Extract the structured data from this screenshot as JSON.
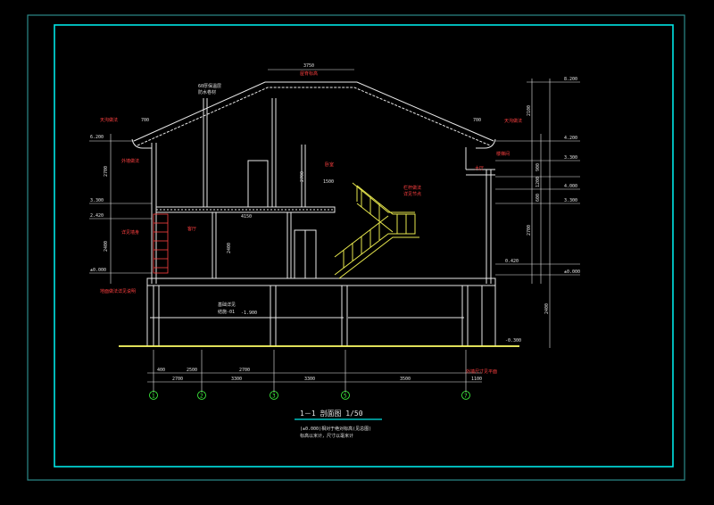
{
  "colors": {
    "background": "#000000",
    "outer_frame": "#2b8a8a",
    "inner_frame": "#00e6e6",
    "structure": "#e8e8e8",
    "stairs": "#e6e64d",
    "ground": "#ffff66",
    "annotation_red": "#ff3333",
    "axis_green": "#33ff33"
  },
  "drawing": {
    "title": "1－1 剖面图 1/50",
    "subtitle_1": "(±0.000)相对于绝对标高(见总图)",
    "subtitle_2": "标高以米计，尺寸以毫米计",
    "ridge_dims": [
      "3750",
      "屋脊标高"
    ],
    "roof_note": [
      "60厚保温层",
      "防水卷材"
    ],
    "left_gutter_note": "天沟做法",
    "right_gutter_note": "天沟做法",
    "eave_dim_left": "700",
    "eave_dim_right": "700",
    "left_levels": [
      "6.200",
      "3.300",
      "2.420",
      "±0.000"
    ],
    "right_levels": [
      "8.200",
      "4.200",
      "3.300",
      "4.000",
      "3.300",
      "0.420",
      "±0.000"
    ],
    "right_dims": [
      "2100",
      "900",
      "1200",
      "600",
      "2700",
      "2400"
    ],
    "left_dims": [
      "2700",
      "2400"
    ],
    "room_labels": [
      "卧室",
      "客厅",
      "楼梯间",
      "大厅"
    ],
    "mid_dims": [
      "2700",
      "4150",
      "1500",
      "2400"
    ],
    "stair_note": [
      "栏杆做法",
      "详见节点"
    ],
    "left_wall_notes": [
      "外墙做法",
      "详见墙身",
      "地面做法详见说明"
    ],
    "foundation_note": [
      "基础详见",
      "结施-01"
    ],
    "foundation_level": "-1.900",
    "ground_level": "-0.300",
    "bottom_dims_row1": [
      "400",
      "2500",
      "2700"
    ],
    "bottom_dims_row2": [
      "2700",
      "3300",
      "3300",
      "3500",
      "1100"
    ],
    "bottom_right_note": "外墙尺寸见平面",
    "axes": [
      "1",
      "2",
      "3",
      "5",
      "7"
    ]
  }
}
